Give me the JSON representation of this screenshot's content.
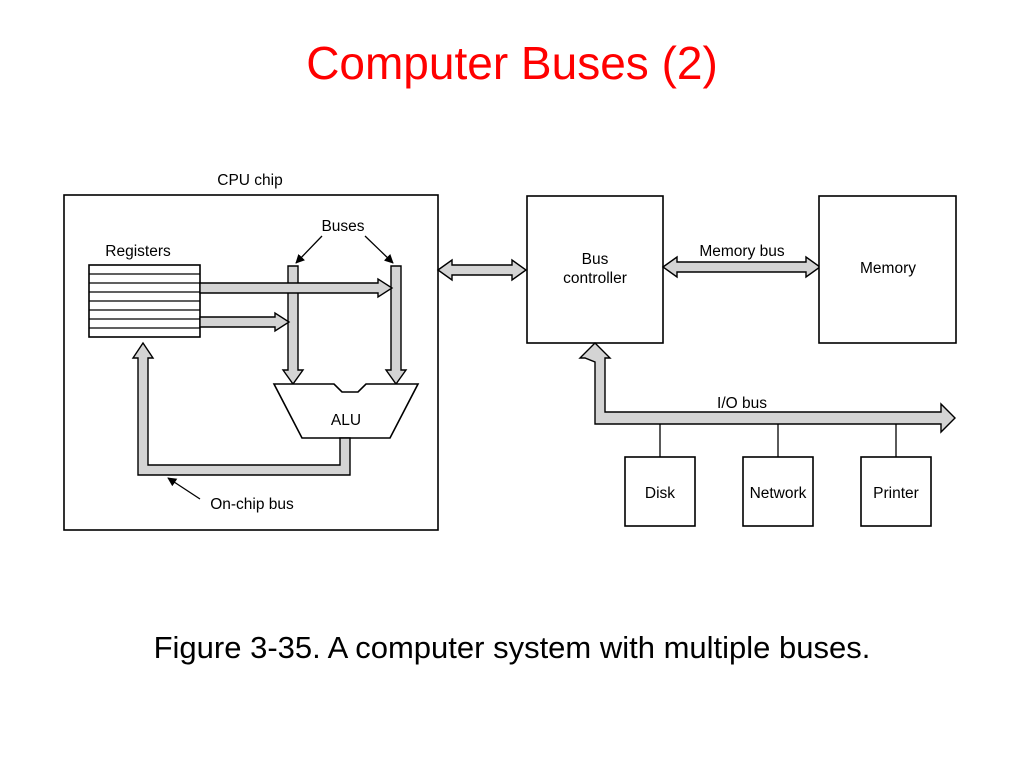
{
  "title": "Computer Buses (2)",
  "caption": "Figure 3-35. A computer system with multiple buses.",
  "diagram": {
    "cpu_chip": "CPU chip",
    "registers": "Registers",
    "buses": "Buses",
    "alu": "ALU",
    "on_chip_bus": "On-chip bus",
    "bus_controller_line1": "Bus",
    "bus_controller_line2": "controller",
    "memory_bus": "Memory bus",
    "memory": "Memory",
    "io_bus": "I/O bus",
    "disk": "Disk",
    "network": "Network",
    "printer": "Printer"
  }
}
